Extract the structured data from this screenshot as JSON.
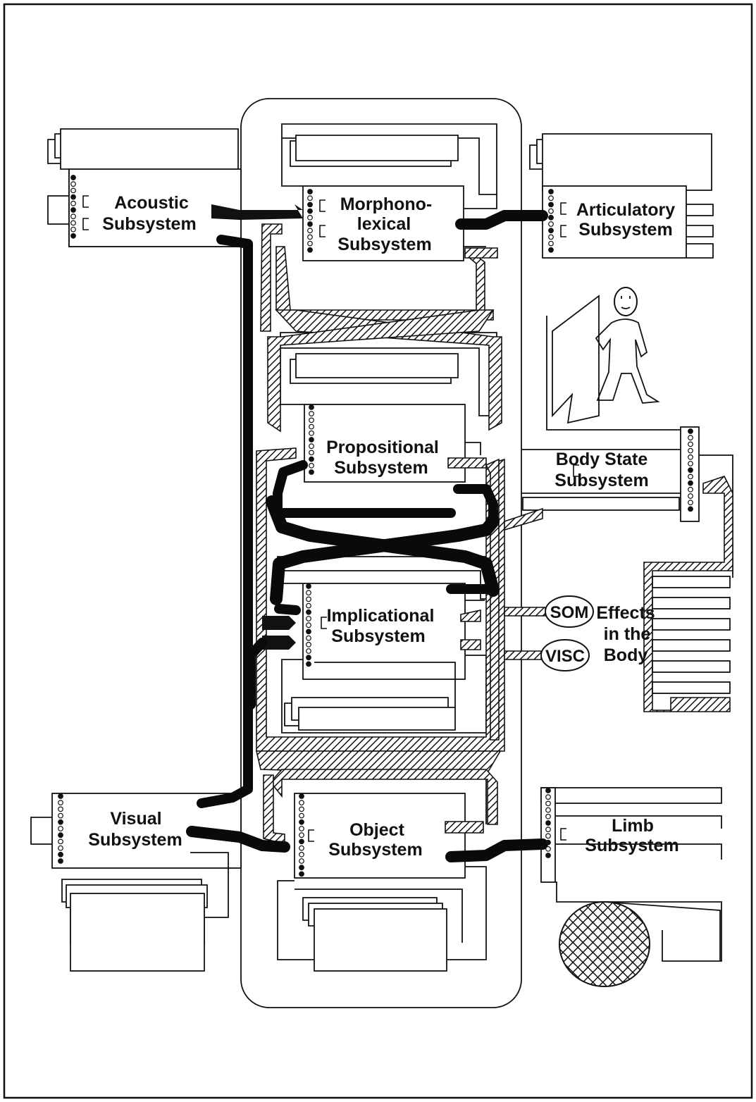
{
  "subsystems": {
    "acoustic": {
      "line1": "Acoustic",
      "line2": "Subsystem"
    },
    "morphonolexical": {
      "line1": "Morphono-",
      "line2": "lexical",
      "line3": "Subsystem"
    },
    "articulatory": {
      "line1": "Articulatory",
      "line2": "Subsystem"
    },
    "propositional": {
      "line1": "Propositional",
      "line2": "Subsystem"
    },
    "body_state": {
      "line1": "Body State",
      "line2": "Subsystem"
    },
    "implicational": {
      "line1": "Implicational",
      "line2": "Subsystem"
    },
    "visual": {
      "line1": "Visual",
      "line2": "Subsystem"
    },
    "object": {
      "line1": "Object",
      "line2": "Subsystem"
    },
    "limb": {
      "line1": "Limb",
      "line2": "Subsystem"
    }
  },
  "effects": {
    "line1": "Effects",
    "line2": "in the",
    "line3": "Body"
  },
  "oval_labels": {
    "som": "SOM",
    "visc": "VISC"
  },
  "colors": {
    "ink": "#111111",
    "paper": "#ffffff"
  }
}
